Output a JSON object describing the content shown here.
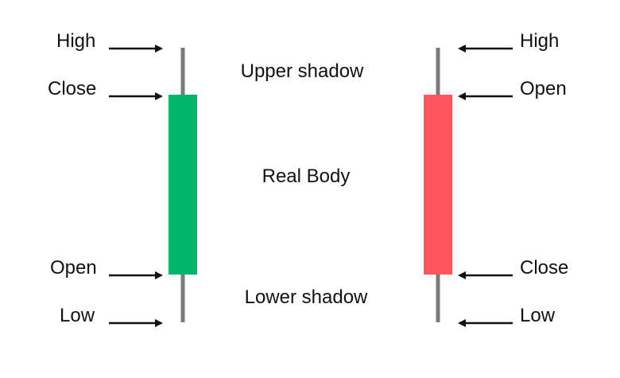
{
  "bullish_candle": {
    "body_color": "#00B86B",
    "wick_color": "#7A7A7A",
    "labels": {
      "high": "High",
      "close": "Close",
      "open": "Open",
      "low": "Low"
    }
  },
  "bearish_candle": {
    "body_color": "#FF555C",
    "wick_color": "#7A7A7A",
    "labels": {
      "high": "High",
      "open": "Open",
      "close": "Close",
      "low": "Low"
    }
  },
  "parts": {
    "upper_shadow": "Upper shadow",
    "real_body": "Real Body",
    "lower_shadow": "Lower shadow"
  },
  "arrow_color": "#111111"
}
